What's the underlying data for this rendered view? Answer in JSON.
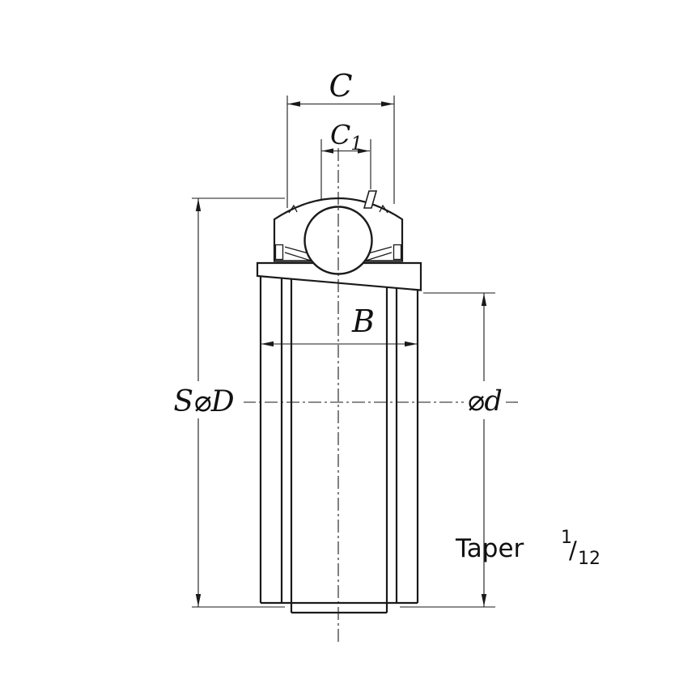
{
  "drawing": {
    "labels": {
      "c": "C",
      "c1_base": "C",
      "c1_sub": "1",
      "b": "B",
      "s_phi_d_outer": "S⌀D",
      "phi_d_bore": "⌀d"
    },
    "note": {
      "taper_word": "Taper",
      "taper_numerator": "1",
      "taper_slash": "/",
      "taper_denominator": "12"
    },
    "colors": {
      "line": "#1a1a1a",
      "section_fill": "#ccd3e8",
      "background": "#ffffff"
    }
  }
}
